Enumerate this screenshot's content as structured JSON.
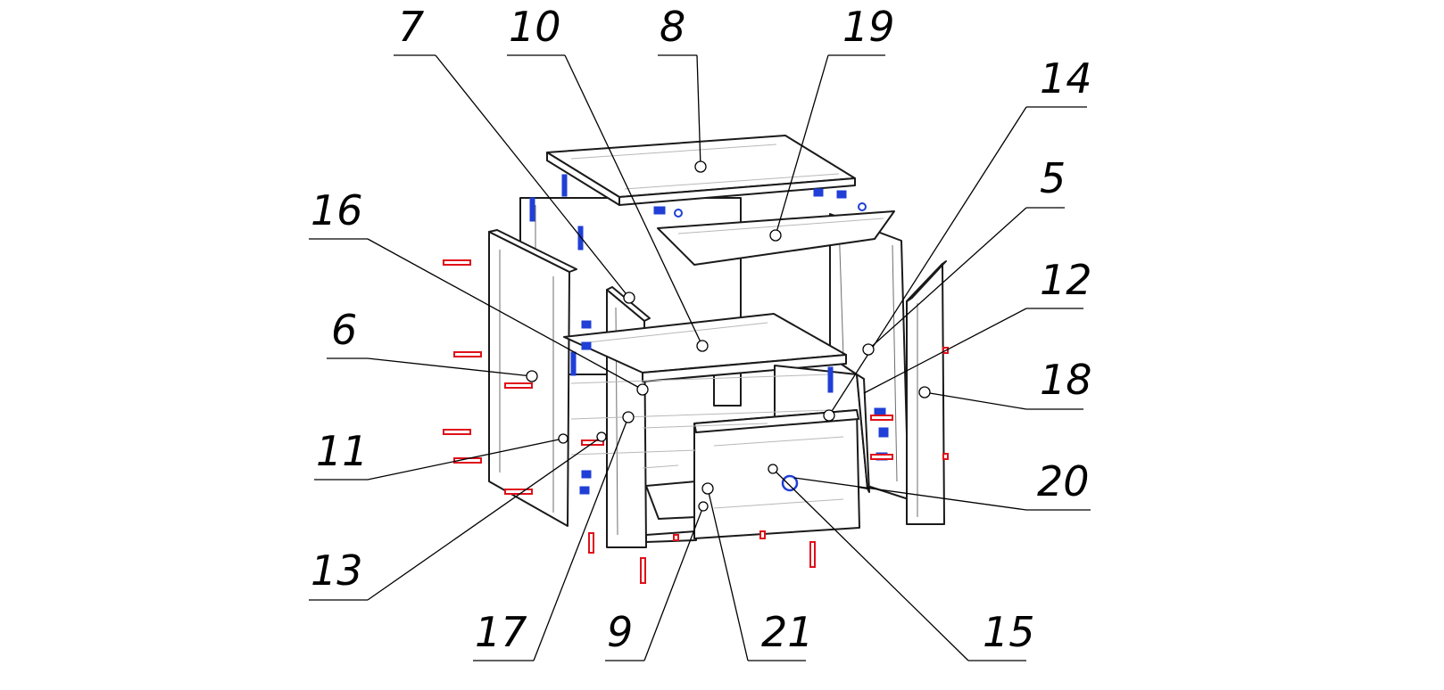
{
  "diagram": {
    "colors": {
      "background": "#ffffff",
      "lines": "#000000",
      "fastener_blue": "#1f3fd6",
      "fastener_red": "#e0101a"
    },
    "callouts": [
      {
        "id": "c7",
        "label": "7"
      },
      {
        "id": "c10",
        "label": "10"
      },
      {
        "id": "c8",
        "label": "8"
      },
      {
        "id": "c19",
        "label": "19"
      },
      {
        "id": "c14",
        "label": "14"
      },
      {
        "id": "c5",
        "label": "5"
      },
      {
        "id": "c12",
        "label": "12"
      },
      {
        "id": "c18",
        "label": "18"
      },
      {
        "id": "c20",
        "label": "20"
      },
      {
        "id": "c16",
        "label": "16"
      },
      {
        "id": "c6",
        "label": "6"
      },
      {
        "id": "c11",
        "label": "11"
      },
      {
        "id": "c13",
        "label": "13"
      },
      {
        "id": "c17",
        "label": "17"
      },
      {
        "id": "c9",
        "label": "9"
      },
      {
        "id": "c21",
        "label": "21"
      },
      {
        "id": "c15",
        "label": "15"
      }
    ]
  }
}
